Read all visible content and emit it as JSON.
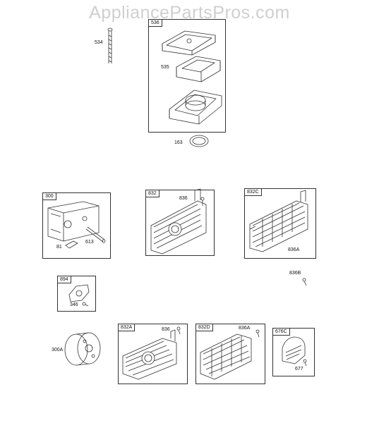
{
  "watermark": "AppliancePartsPros.com",
  "groups": {
    "air_cleaner": "536",
    "muffler_300": "300",
    "guard_832": "832",
    "guard_832c": "832C",
    "bracket_894": "894",
    "guard_832a": "832A",
    "guard_832d": "832D",
    "screen_676c": "676C"
  },
  "labels": {
    "p534": "534",
    "p535": "535",
    "p163": "163",
    "p81": "81",
    "p613": "613",
    "p836_top": "836",
    "p836a_c": "836A",
    "p836b": "836B",
    "p346": "346",
    "p300a": "300A",
    "p836_a": "836",
    "p836a_d": "836A",
    "p677": "677"
  }
}
